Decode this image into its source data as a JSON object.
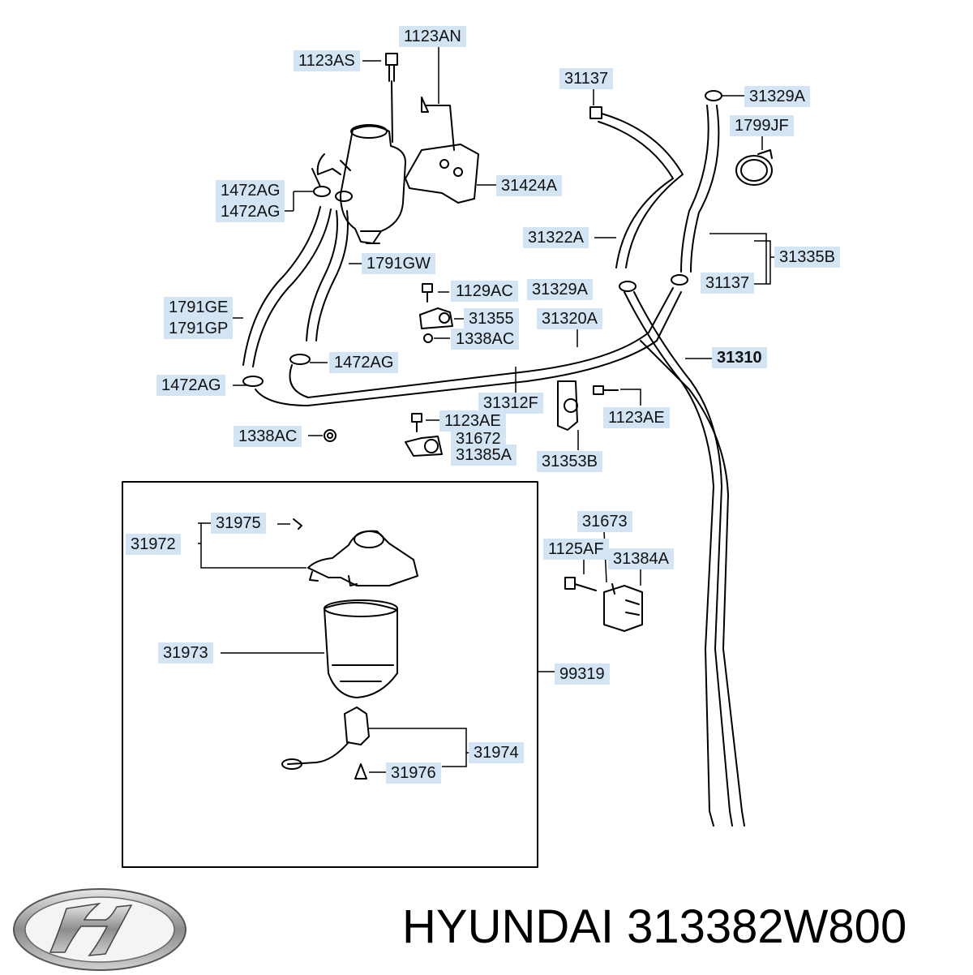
{
  "labels": {
    "l1123AN": "1123AN",
    "l1123AS": "1123AS",
    "l31137a": "31137",
    "l31329Aa": "31329A",
    "l1799JF": "1799JF",
    "l31424A": "31424A",
    "l1472AGa": "1472AG",
    "l1472AGb": "1472AG",
    "l31322A": "31322A",
    "l31335B": "31335B",
    "l1791GW": "1791GW",
    "l1129AC": "1129AC",
    "l31329Ab": "31329A",
    "l31137b": "31137",
    "l1791GE": "1791GE",
    "l1791GP": "1791GP",
    "l31355": "31355",
    "l31320A": "31320A",
    "l1338ACa": "1338AC",
    "l1472AGc": "1472AG",
    "l31310": "31310",
    "l1472AGd": "1472AG",
    "l31312F": "31312F",
    "l1123AEa": "1123AE",
    "l1123AEb": "1123AE",
    "l1338ACb": "1338AC",
    "l31672": "31672",
    "l31385A": "31385A",
    "l31353B": "31353B",
    "l31975": "31975",
    "l31673": "31673",
    "l31972": "31972",
    "l1125AF": "1125AF",
    "l31384A": "31384A",
    "l31973": "31973",
    "l99319": "99319",
    "l31974": "31974",
    "l31976": "31976"
  },
  "brand": {
    "text": "HYUNDAI 313382W800",
    "logo": "hyundai-logo"
  }
}
